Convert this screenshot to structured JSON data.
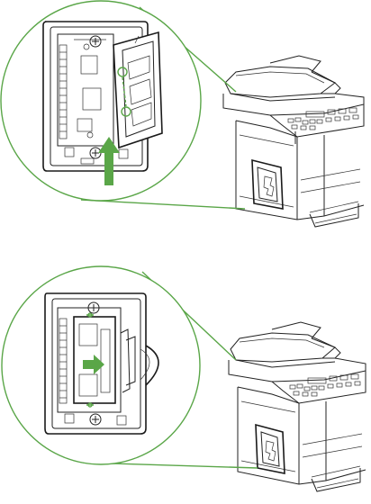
{
  "colors": {
    "accent": "#5aa648",
    "line": "#222222",
    "background": "#ffffff"
  },
  "panels": [
    {
      "step": "install-memory-module",
      "arrow_direction": "up"
    },
    {
      "step": "lock-memory-module",
      "arrow_direction": "right"
    }
  ]
}
